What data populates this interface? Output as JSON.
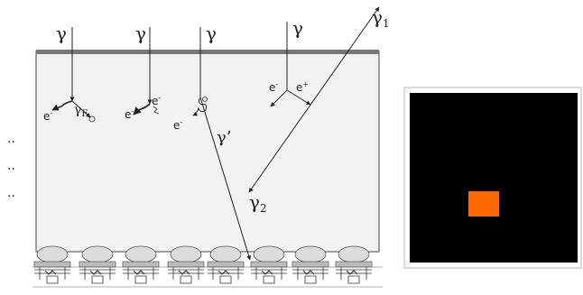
{
  "detector_diagram": {
    "gamma": "γ",
    "gamma_1": "γ",
    "gamma_1_sub": "1",
    "gamma_2": "γ",
    "gamma_2_sub": "2",
    "gamma_prime": "γ’",
    "electron": "e",
    "electron_sup": "-",
    "positron": "e",
    "positron_sup": "+",
    "fluorescence_gamma": "γ",
    "fluorescence_sub": "F",
    "ellipsis": ".."
  },
  "pixel_image": {
    "background_color": "#000000",
    "hit_color": "#ff6a00",
    "hit_pixels": 1
  }
}
